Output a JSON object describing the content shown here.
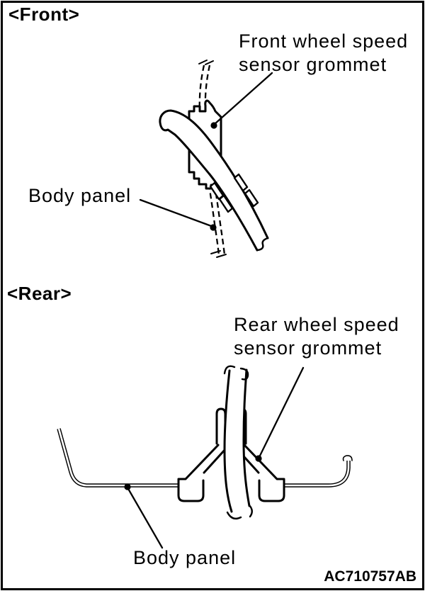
{
  "document": {
    "type": "service-manual-figure",
    "figure_code": "AC710757AB",
    "colors": {
      "ink": "#000000",
      "paper": "#ffffff"
    }
  },
  "front_section": {
    "title": "<Front>",
    "grommet_label": "Front wheel speed\nsensor grommet",
    "body_panel_label": "Body panel"
  },
  "rear_section": {
    "title": "<Rear>",
    "grommet_label": "Rear wheel speed\nsensor grommet",
    "body_panel_label": "Body panel"
  }
}
